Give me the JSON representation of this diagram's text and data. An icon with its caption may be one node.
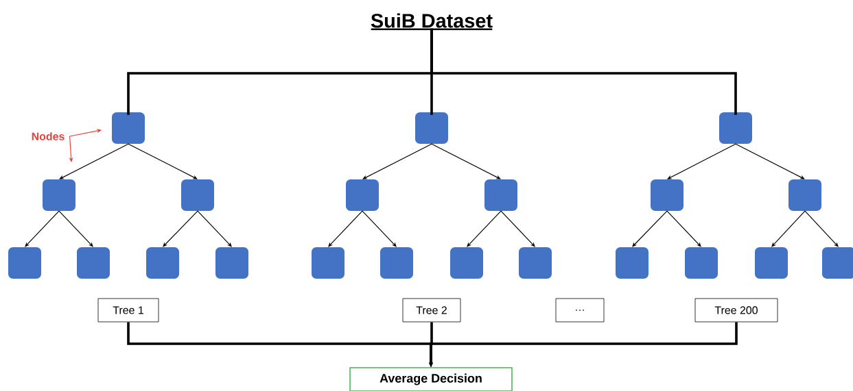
{
  "diagram": {
    "nodes": [
      {
        "text": [
          "SuiB Dataset"
        ]
      },
      {
        "text": [],
        "shape": "box"
      },
      {
        "text": [],
        "shape": "box"
      },
      {
        "text": [],
        "shape": "box"
      },
      {
        "text": [],
        "shape": "box"
      },
      {
        "text": [],
        "shape": "box"
      },
      {
        "text": [],
        "shape": "box"
      },
      {
        "text": [],
        "shape": "box"
      },
      {
        "text": [],
        "shape": "box"
      },
      {
        "text": [],
        "shape": "box"
      },
      {
        "text": [],
        "shape": "box"
      },
      {
        "text": [],
        "shape": "box"
      },
      {
        "text": [],
        "shape": "box"
      },
      {
        "text": [],
        "shape": "box"
      },
      {
        "text": [],
        "shape": "box"
      },
      {
        "text": [],
        "shape": "box"
      },
      {
        "text": [],
        "shape": "box"
      },
      {
        "text": [],
        "shape": "box"
      },
      {
        "text": [],
        "shape": "box"
      },
      {
        "text": [],
        "shape": "box"
      },
      {
        "text": [],
        "shape": "box"
      },
      {
        "text": [],
        "shape": "box"
      },
      {
        "text": [
          "Nodes"
        ]
      },
      {
        "text": [
          "Tree 1"
        ]
      },
      {
        "text": [
          "Tree 2"
        ]
      },
      {
        "text": [
          "…"
        ]
      },
      {
        "text": [
          "Tree 200"
        ]
      },
      {
        "text": [
          "Average Decision"
        ]
      }
    ],
    "edges": [
      {
        "from": 0,
        "to": 1,
        "arrow": "none",
        "style": "thick"
      },
      {
        "from": 0,
        "to": 2,
        "arrow": "none",
        "style": "thick"
      },
      {
        "from": 0,
        "to": 3,
        "arrow": "none",
        "style": "thick"
      },
      {
        "from": 1,
        "to": 4,
        "arrow": "to"
      },
      {
        "from": 1,
        "to": 5,
        "arrow": "to"
      },
      {
        "from": 4,
        "to": 10,
        "arrow": "to"
      },
      {
        "from": 4,
        "to": 11,
        "arrow": "to"
      },
      {
        "from": 5,
        "to": 12,
        "arrow": "to"
      },
      {
        "from": 5,
        "to": 13,
        "arrow": "to"
      },
      {
        "from": 2,
        "to": 6,
        "arrow": "to"
      },
      {
        "from": 2,
        "to": 7,
        "arrow": "to"
      },
      {
        "from": 6,
        "to": 14,
        "arrow": "to"
      },
      {
        "from": 6,
        "to": 15,
        "arrow": "to"
      },
      {
        "from": 7,
        "to": 16,
        "arrow": "to"
      },
      {
        "from": 7,
        "to": 17,
        "arrow": "to"
      },
      {
        "from": 3,
        "to": 8,
        "arrow": "to"
      },
      {
        "from": 3,
        "to": 9,
        "arrow": "to"
      },
      {
        "from": 8,
        "to": 18,
        "arrow": "to"
      },
      {
        "from": 8,
        "to": 19,
        "arrow": "to"
      },
      {
        "from": 9,
        "to": 20,
        "arrow": "to"
      },
      {
        "from": 9,
        "to": 21,
        "arrow": "to"
      },
      {
        "from": 22,
        "to": 1,
        "arrow": "to",
        "color": "#e8403a"
      },
      {
        "from": 22,
        "to": null,
        "arrow": "to",
        "color": "#e8403a"
      },
      {
        "from": 23,
        "to": 27,
        "arrow": "to",
        "style": "thick"
      },
      {
        "from": 24,
        "to": 27,
        "arrow": "to",
        "style": "thick"
      },
      {
        "from": 26,
        "to": 27,
        "arrow": "to",
        "style": "thick"
      }
    ]
  }
}
